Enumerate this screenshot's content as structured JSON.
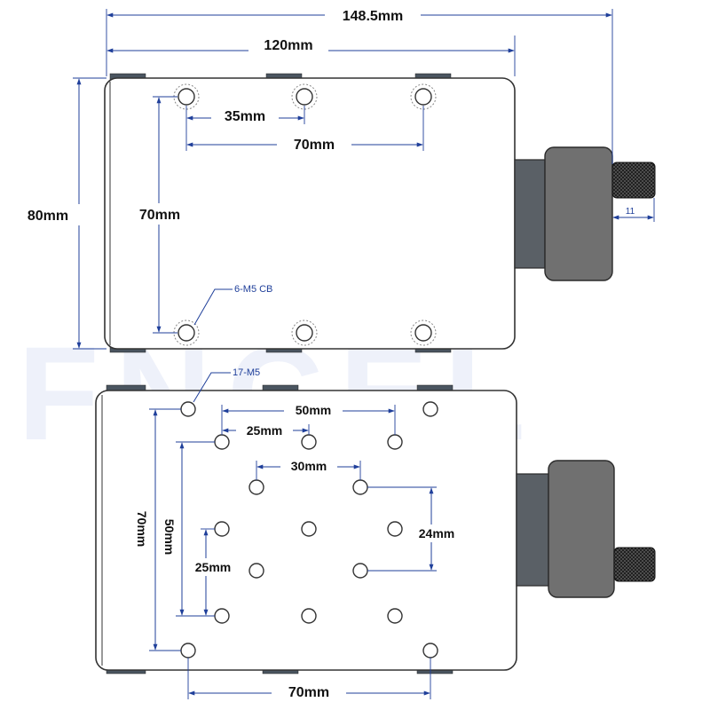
{
  "watermark": "FNCEL",
  "top_view": {
    "overall_width": "148.5mm",
    "plate_width": "120mm",
    "plate_height": "80mm",
    "hole_pitch_x_small": "35mm",
    "hole_pitch_x_large": "70mm",
    "hole_pitch_y": "70mm",
    "knob_length": "11",
    "hole_callout": "6-M5 CB"
  },
  "bottom_view": {
    "hole_callout": "17-M5",
    "dim_50_horizontal": "50mm",
    "dim_25_horizontal": "25mm",
    "dim_30_horizontal": "30mm",
    "dim_24_vertical": "24mm",
    "dim_70_vertical": "70mm",
    "dim_50_vertical": "50mm",
    "dim_25_vertical": "25mm",
    "dim_70_horizontal": "70mm"
  },
  "colors": {
    "dimension_line": "#1f3f9a",
    "outline": "#333333",
    "watermark": "#eef1fa"
  }
}
